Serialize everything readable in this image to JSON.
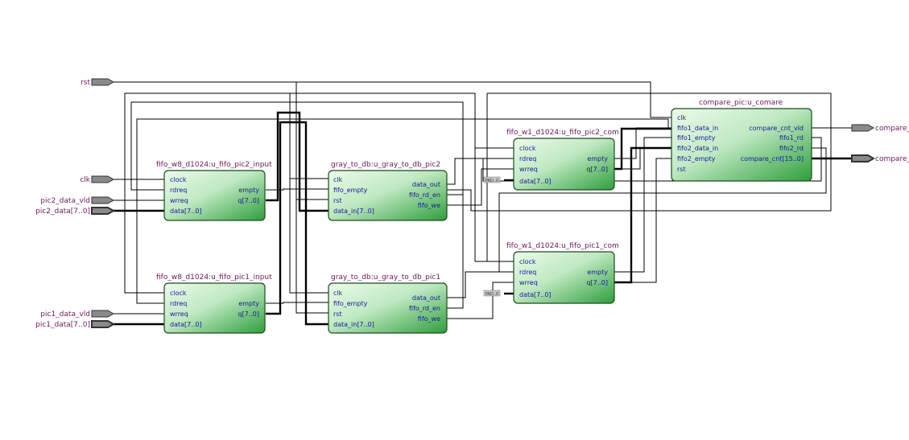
{
  "inputs": {
    "rst": "rst",
    "clk": "clk",
    "pic2_data_vld": "pic2_data_vld",
    "pic2_data": "pic2_data[7..0]",
    "pic1_data_vld": "pic1_data_vld",
    "pic1_data": "pic1_data[7..0]"
  },
  "outputs": {
    "compare_cnt_vld": "compare_",
    "compare_cnt": "compare_"
  },
  "blocks": {
    "fifo_w8_pic2": {
      "title": "fifo_w8_d1024:u_fifo_pic2_input",
      "in": [
        "clock",
        "rdreq",
        "wrreq",
        "data[7..0]"
      ],
      "out": [
        "empty",
        "q[7..0]"
      ]
    },
    "fifo_w8_pic1": {
      "title": "fifo_w8_d1024:u_fifo_pic1_input",
      "in": [
        "clock",
        "rdreq",
        "wrreq",
        "data[7..0]"
      ],
      "out": [
        "empty",
        "q[7..0]"
      ]
    },
    "gray_pic2": {
      "title": "gray_to_db:u_gray_to_db_pic2",
      "in": [
        "clk",
        "fifo_empty",
        "rst",
        "data_in[7..0]"
      ],
      "out": [
        "data_out",
        "fifo_rd_en",
        "fifo_we"
      ]
    },
    "gray_pic1": {
      "title": "gray_to_db:u_gray_to_db_pic1",
      "in": [
        "clk",
        "fifo_empty",
        "rst",
        "data_in[7..0]"
      ],
      "out": [
        "data_out",
        "fifo_rd_en",
        "fifo_we"
      ]
    },
    "fifo_w1_pic2": {
      "title": "fifo_w1_d1024:u_fifo_pic2_com",
      "in": [
        "clock",
        "rdreq",
        "wrreq",
        "data[7..0]"
      ],
      "out": [
        "empty",
        "q[7..0]"
      ]
    },
    "fifo_w1_pic1": {
      "title": "fifo_w1_d1024:u_fifo_pic1_com",
      "in": [
        "clock",
        "rdreq",
        "wrreq",
        "data[7..0]"
      ],
      "out": [
        "empty",
        "q[7..0]"
      ]
    },
    "compare": {
      "title": "compare_pic:u_comare",
      "in": [
        "clk",
        "fifo1_data_in",
        "fifo1_empty",
        "fifo2_data_in",
        "fifo2_empty",
        "rst"
      ],
      "out": [
        "compare_cnt_vld",
        "fifo1_rd",
        "fifo2_rd",
        "compare_cnt[15..0]"
      ]
    }
  },
  "bus_tags": {
    "pic2": "PAD..0",
    "pic1": "PAD..0"
  },
  "colors": {
    "block_fill_light": "#e4f7e4",
    "block_fill_dark": "#2e9e3c",
    "block_border": "#1e4a1e",
    "title": "#6a1a5a",
    "port_text": "#1a1a9a",
    "pin_fill": "#8a8a8a"
  }
}
